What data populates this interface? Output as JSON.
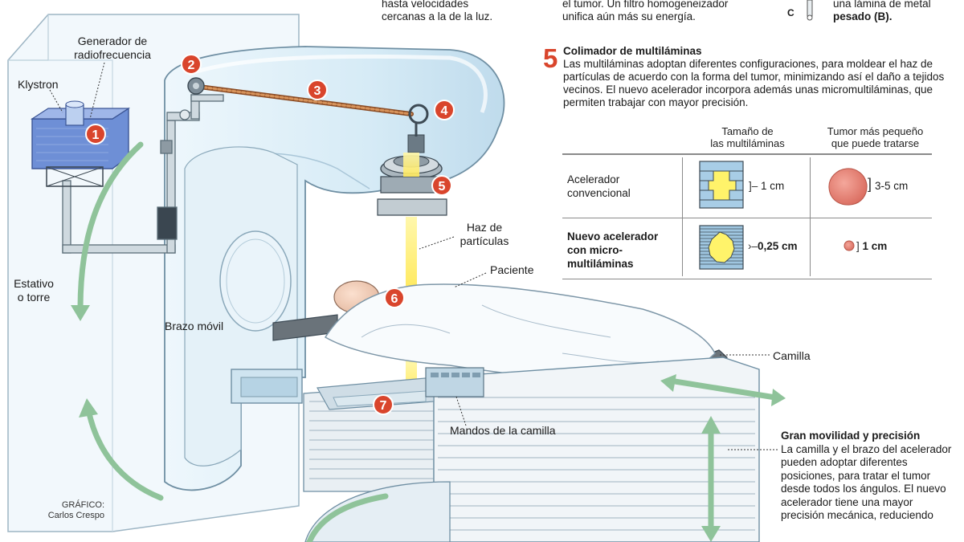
{
  "top_fragments": {
    "col1": [
      "hasta velocidades",
      "cercanas a la de la luz."
    ],
    "col2": [
      "el tumor. Un filtro homogeneizador",
      "unifica aún más su energía."
    ],
    "col3_letter": "C",
    "col3": [
      "una lámina de metal",
      "pesado (B)."
    ]
  },
  "callouts": {
    "generador": [
      "Generador de",
      "radiofrecuencia"
    ],
    "klystron": "Klystron",
    "estativo": [
      "Estativo",
      "o torre"
    ],
    "brazo": "Brazo móvil",
    "haz": [
      "Haz de",
      "partículas"
    ],
    "paciente": "Paciente",
    "camilla": "Camilla",
    "mandos": "Mandos de la camilla"
  },
  "markers": [
    "1",
    "2",
    "3",
    "4",
    "5",
    "6",
    "7"
  ],
  "credit": [
    "GRÁFICO:",
    "Carlos Crespo"
  ],
  "section5": {
    "number": "5",
    "title": "Colimador de multiláminas",
    "body": "Las multiláminas adoptan diferentes configuraciones, para moldear el haz de partículas de acuerdo con la forma del tumor, minimizando así el daño a tejidos vecinos. El nuevo acelerador incorpora además unas micromultiláminas, que permiten trabajar con mayor precisión.",
    "table": {
      "col1_header": [
        "Tamaño de",
        "las multiláminas"
      ],
      "col2_header": [
        "Tumor más pequeño",
        "que puede tratarse"
      ],
      "rows": [
        {
          "label": [
            "Acelerador",
            "convencional"
          ],
          "bold": false,
          "leaf_size": "1 cm",
          "tumor_size": "3-5 cm"
        },
        {
          "label": [
            "Nuevo acelerador",
            "con micro-",
            "multiláminas"
          ],
          "bold": true,
          "leaf_size": "0,25 cm",
          "tumor_size": "1 cm"
        }
      ]
    }
  },
  "gran": {
    "title": "Gran movilidad y precisión",
    "body": "La camilla y el brazo del acelerador pueden adoptar diferentes posiciones, para tratar el tumor desde todos los ángulos. El nuevo acelerador tiene una mayor precisión mecánica, reduciendo"
  },
  "colors": {
    "marker_red": "#d9452c",
    "machine_blue": "#dbeef8",
    "machine_outline": "#6f8fa3",
    "arrow_green": "#8fc39a",
    "beam_yellow": "#fff06a",
    "tumor_pink": "#e7877a"
  }
}
